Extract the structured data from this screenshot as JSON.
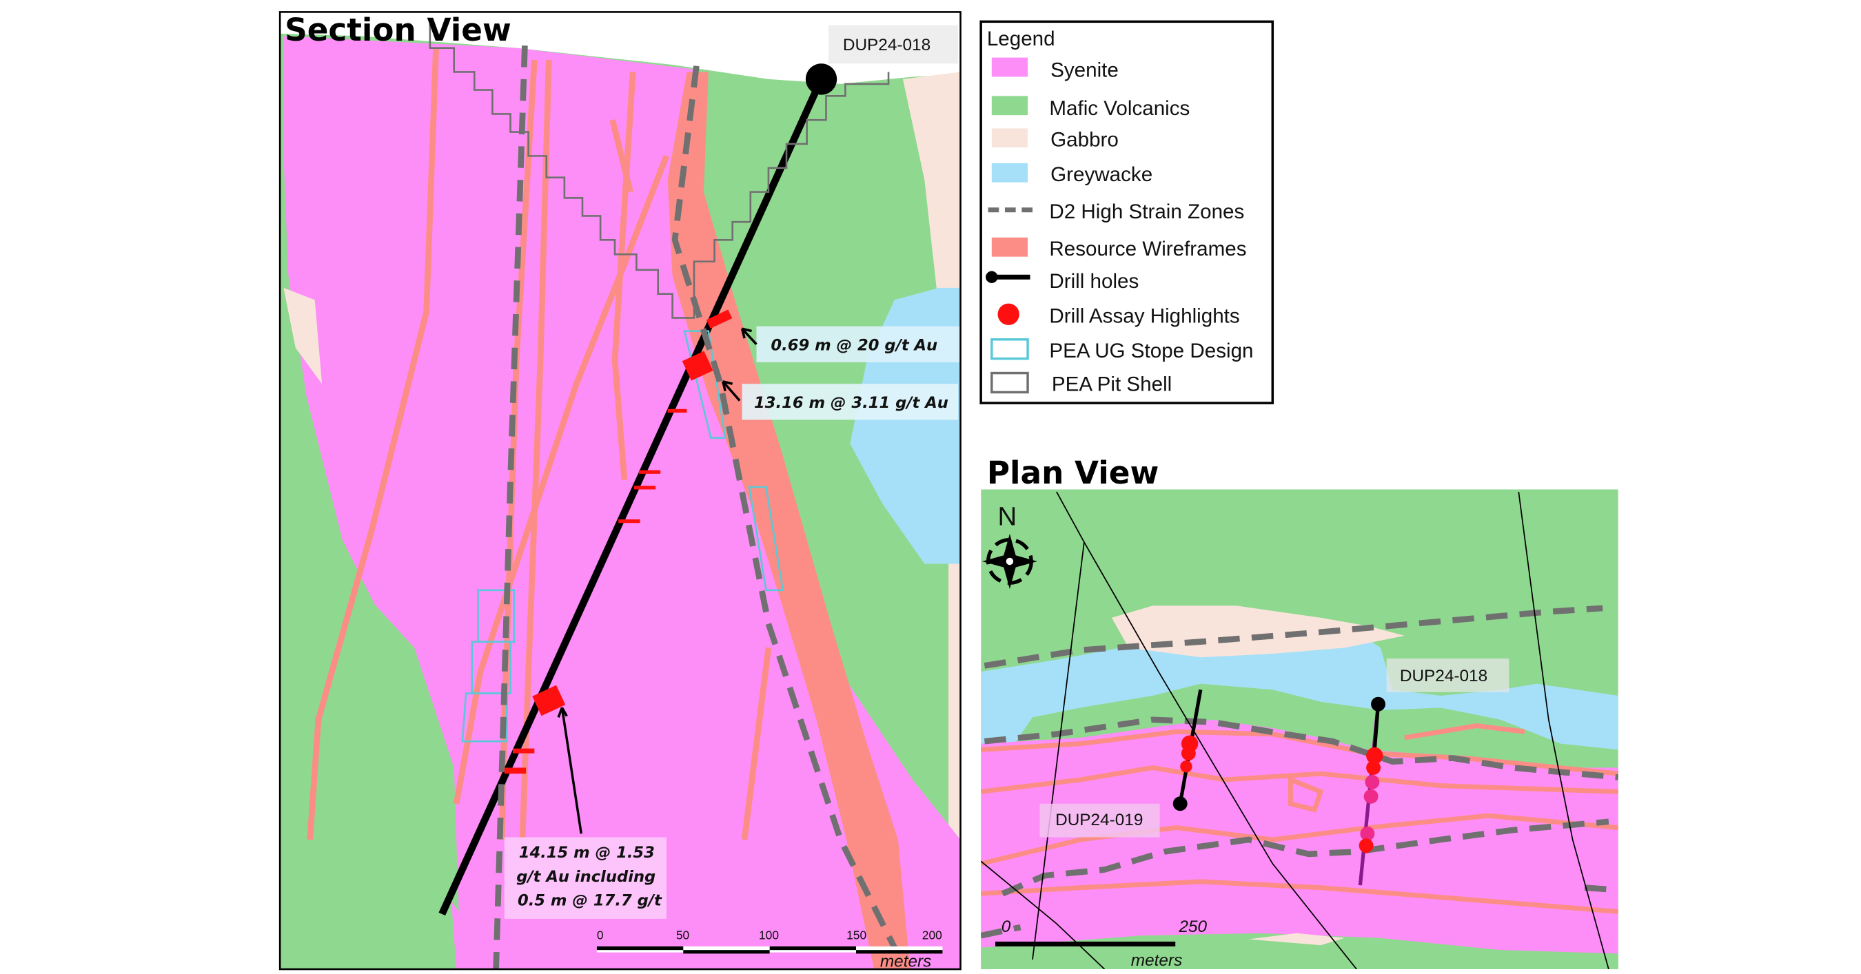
{
  "section_view": {
    "title": "Section View",
    "hole_label": "DUP24-018",
    "annotations": [
      "0.69 m @ 20 g/t Au",
      "13.16 m @ 3.11 g/t Au",
      "14.15 m @ 1.53",
      "g/t Au including",
      "0.5 m @ 17.7 g/t"
    ],
    "scale": {
      "ticks": [
        "0",
        "50",
        "100",
        "150",
        "200"
      ],
      "unit": "meters"
    }
  },
  "legend": {
    "title": "Legend",
    "items": [
      {
        "label": "Syenite",
        "color": "#fd8ef8",
        "kind": "fill"
      },
      {
        "label": "Mafic Volcanics",
        "color": "#8fd88f",
        "kind": "fill"
      },
      {
        "label": "Gabbro",
        "color": "#f9e4dc",
        "kind": "fill"
      },
      {
        "label": "Greywacke",
        "color": "#a6e0f8",
        "kind": "fill"
      },
      {
        "label": "D2 High Strain Zones",
        "color": "#707070",
        "kind": "dash"
      },
      {
        "label": "Resource Wireframes",
        "color": "#fb8d86",
        "kind": "fill"
      },
      {
        "label": "Drill holes",
        "color": "#000000",
        "kind": "hole"
      },
      {
        "label": "Drill Assay Highlights",
        "color": "#ff1010",
        "kind": "dot"
      },
      {
        "label": "PEA UG Stope Design",
        "color": "#5bc8d8",
        "kind": "outline"
      },
      {
        "label": "PEA Pit Shell",
        "color": "#707070",
        "kind": "outline"
      }
    ]
  },
  "plan_view": {
    "title": "Plan View",
    "north": "N",
    "hole_labels": [
      "DUP24-018",
      "DUP24-019"
    ],
    "scale": {
      "ticks": [
        "0",
        "250"
      ],
      "unit": "meters"
    }
  }
}
